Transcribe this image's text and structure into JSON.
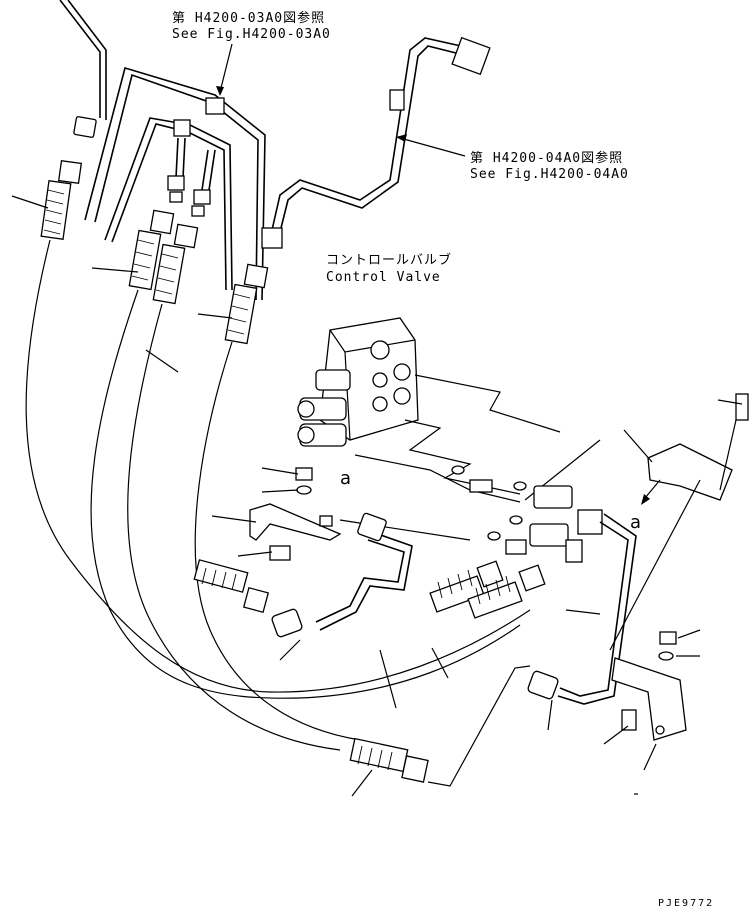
{
  "references": {
    "top": {
      "jp": "第 H4200-03A0図参照",
      "en": "See Fig.H4200-03A0"
    },
    "right": {
      "jp": "第 H4200-04A0図参照",
      "en": "See Fig.H4200-04A0"
    }
  },
  "control_valve": {
    "jp": "コントロールバルブ",
    "en": "Control Valve"
  },
  "detail_marks": {
    "left": "a",
    "right": "a"
  },
  "drawing_id": "PJE9772"
}
